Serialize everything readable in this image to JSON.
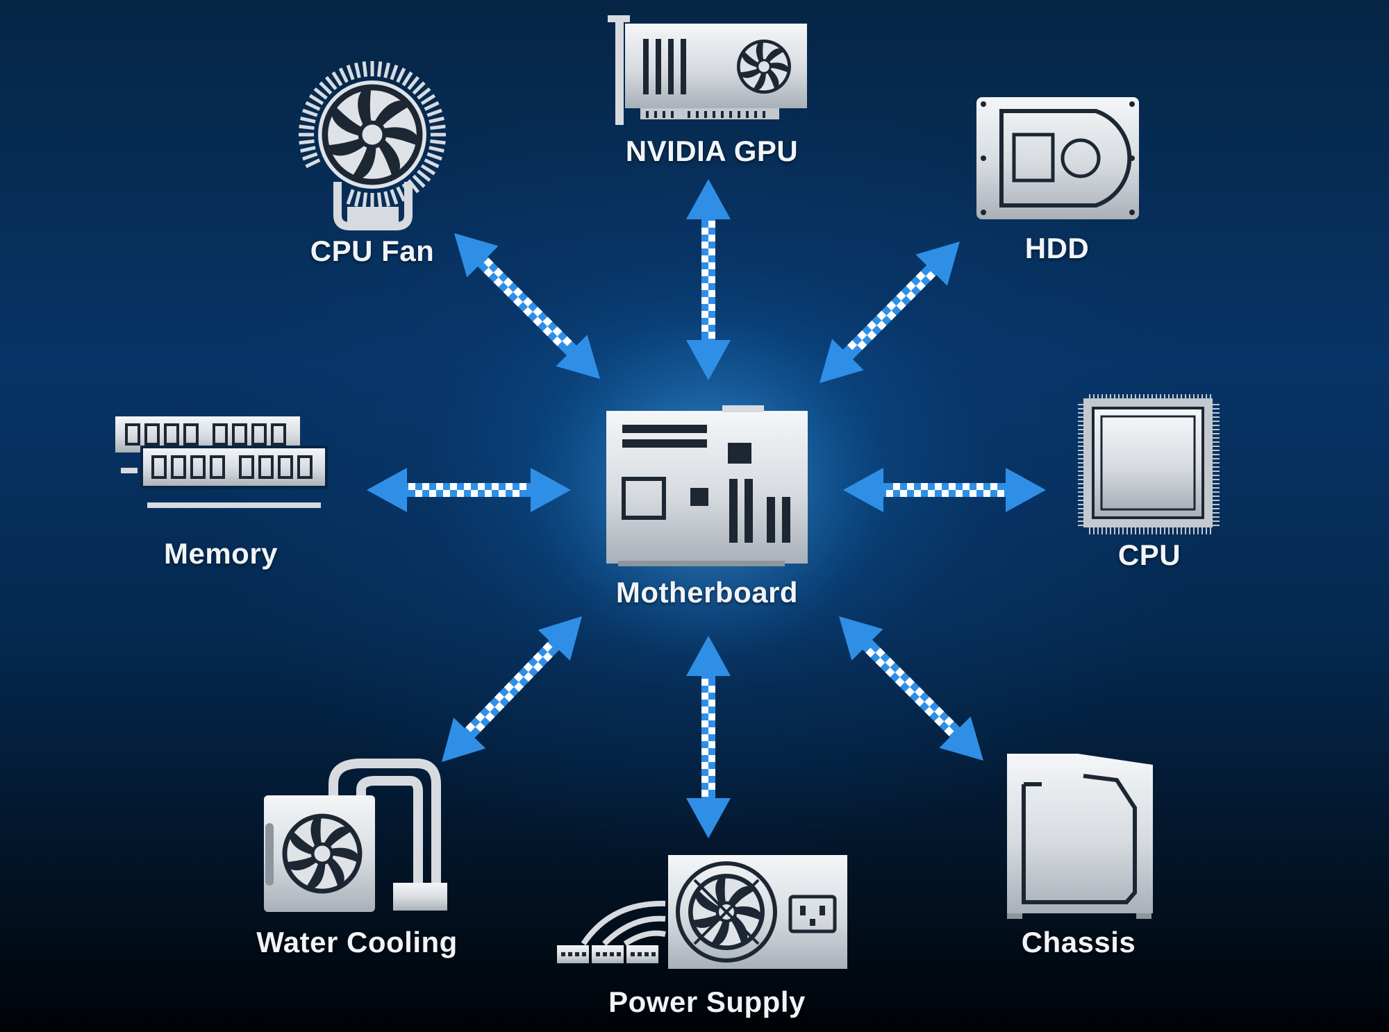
{
  "diagram": {
    "center": {
      "name": "motherboard",
      "label": "Motherboard",
      "icon": "motherboard-icon"
    },
    "nodes": [
      {
        "name": "gpu",
        "label": "NVIDIA GPU",
        "icon": "graphics-card-icon"
      },
      {
        "name": "hdd",
        "label": "HDD",
        "icon": "hard-drive-icon"
      },
      {
        "name": "cpu",
        "label": "CPU",
        "icon": "cpu-chip-icon"
      },
      {
        "name": "chassis",
        "label": "Chassis",
        "icon": "pc-case-icon"
      },
      {
        "name": "power-supply",
        "label": "Power Supply",
        "icon": "power-supply-icon"
      },
      {
        "name": "water-cooling",
        "label": "Water Cooling",
        "icon": "water-cooler-icon"
      },
      {
        "name": "memory",
        "label": "Memory",
        "icon": "ram-module-icon"
      },
      {
        "name": "cpu-fan",
        "label": "CPU Fan",
        "icon": "cpu-fan-icon"
      }
    ],
    "connector": {
      "type": "bidirectional-arrow",
      "icon": "double-arrow-icon"
    }
  },
  "colors": {
    "arrow": "#2f8fe6",
    "arrow_check": "#ffffff",
    "icon_fill": "#d9dde2",
    "label": "#f1f4f7"
  }
}
